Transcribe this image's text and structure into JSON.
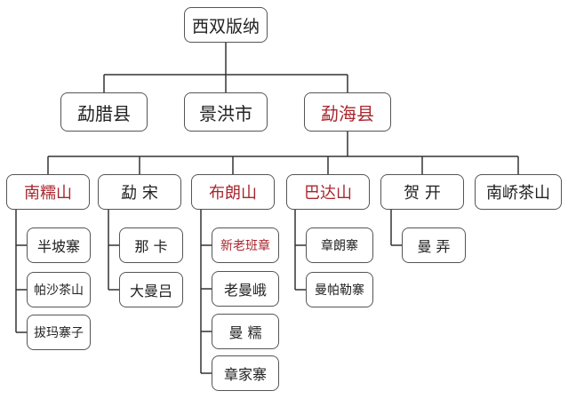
{
  "colors": {
    "line": "#333333",
    "border": "#555555",
    "highlight_text": "#a8262e",
    "normal_text": "#222222"
  },
  "diagram": {
    "root": {
      "label": "西双版纳"
    },
    "level1": [
      {
        "label": "勐腊县",
        "highlight": false
      },
      {
        "label": "景洪市",
        "highlight": false
      },
      {
        "label": "勐海县",
        "highlight": true
      }
    ],
    "level2": [
      {
        "label": "南糯山",
        "highlight": true,
        "children": [
          {
            "label": "半坡寨"
          },
          {
            "label": "帕沙茶山"
          },
          {
            "label": "拔玛寨子"
          }
        ]
      },
      {
        "label": "勐 宋",
        "highlight": false,
        "children": [
          {
            "label": "那 卡"
          },
          {
            "label": "大曼吕"
          }
        ]
      },
      {
        "label": "布朗山",
        "highlight": true,
        "children": [
          {
            "label": "新老班章",
            "highlight": true
          },
          {
            "label": "老曼峨"
          },
          {
            "label": "曼 糯"
          },
          {
            "label": "章家寨"
          }
        ]
      },
      {
        "label": "巴达山",
        "highlight": true,
        "children": [
          {
            "label": "章朗寨"
          },
          {
            "label": "曼帕勒寨"
          }
        ]
      },
      {
        "label": "贺 开",
        "highlight": false,
        "children": [
          {
            "label": "曼 弄"
          }
        ]
      },
      {
        "label": "南峤茶山",
        "highlight": false,
        "children": []
      }
    ]
  }
}
